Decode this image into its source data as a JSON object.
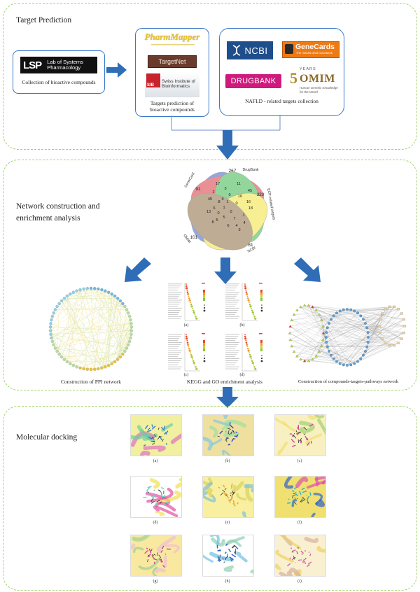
{
  "sections": {
    "target_prediction": "Target Prediction",
    "network": "Network construction and enrichment analysis",
    "docking": "Molecular docking"
  },
  "lsp": {
    "letters": "LSP",
    "name_line1": "Lab of Systems",
    "name_line2": "Pharmacology",
    "caption": "Collection of bioactive compounds"
  },
  "prediction": {
    "pharmmapper": "PharmMapper",
    "targetnet": "TargetNet",
    "sib_mark": "SIB",
    "sib_line1": "Swiss Institute of",
    "sib_line2": "Bioinformatics",
    "caption_line1": "Targets prediction of",
    "caption_line2": "bioactive compounds"
  },
  "nafld": {
    "ncbi": "NCBI",
    "genecards": "GeneCards",
    "genecards_sub": "THE HUMAN GENE DATABASE",
    "drugbank": "DRUGBANK",
    "omim_years": "YEARS",
    "omim_name": "OMIM",
    "omim_sub1": "Human Genetic Knowledge",
    "omim_sub2": "for the World",
    "caption": "NAFLD - related targets collection"
  },
  "venn": {
    "sets": [
      {
        "name": "GeneCard",
        "color": "#3d5fc4"
      },
      {
        "name": "DrugBank",
        "color": "#d9363e"
      },
      {
        "name": "ECP-related targets",
        "color": "#3bb54a"
      },
      {
        "name": "NCBI",
        "color": "#f2e23a"
      },
      {
        "name": "OMIM",
        "color": "#8a6a3e"
      }
    ],
    "numbers": [
      "91",
      "267",
      "320",
      "81",
      "101",
      "17",
      "11",
      "45",
      "3",
      "2",
      "10",
      "16",
      "18",
      "45",
      "0",
      "0",
      "8",
      "1",
      "13",
      "6",
      "4",
      "3",
      "7",
      "5",
      "0",
      "5",
      "8",
      "6",
      "4",
      "1",
      "0",
      "9",
      "1"
    ]
  },
  "network": {
    "ppi_caption": "Construction of PPI network",
    "enrich_caption": "KEGG and GO enrichment analysis",
    "ctp_caption": "Construction of compounds-targets-pathways network",
    "plot_labels": [
      "(a)",
      "(b)",
      "(c)",
      "(d)"
    ]
  },
  "docking": {
    "labels": [
      "(a)",
      "(b)",
      "(c)",
      "(d)",
      "(e)",
      "(f)",
      "(g)",
      "(h)",
      "(i)"
    ]
  },
  "colors": {
    "accent": "#3a78c8",
    "dashed": "#9fd36a",
    "arrow": "#2f6db7"
  }
}
